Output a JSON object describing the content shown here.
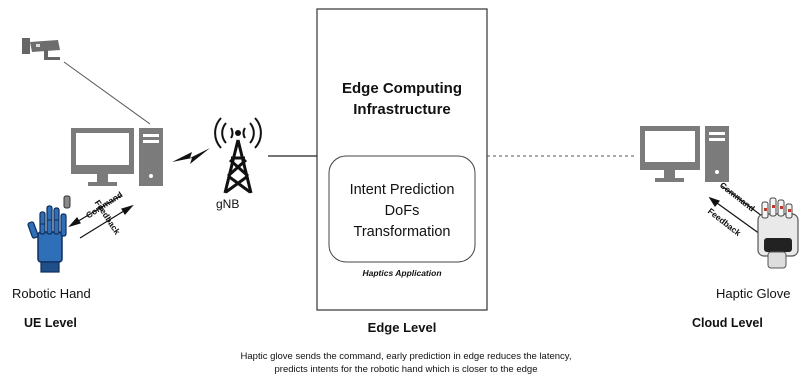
{
  "edge": {
    "title_line1": "Edge Computing",
    "title_line2": "Infrastructure",
    "inner_line1": "Intent Prediction",
    "inner_line2": "DoFs",
    "inner_line3": "Transformation",
    "app_label": "Haptics Application",
    "level": "Edge Level"
  },
  "ue": {
    "node_label": "Robotic Hand",
    "level": "UE Level",
    "command": "Command",
    "feedback": "Feedback"
  },
  "network": {
    "tower_label": "gNB"
  },
  "cloud": {
    "node_label": "Haptic Glove",
    "level": "Cloud Level",
    "command": "Command",
    "feedback": "Feedback"
  },
  "caption": {
    "line1": "Haptic glove sends the command, early prediction in edge reduces the latency,",
    "line2": "predicts intents for the robotic hand which is closer to the edge"
  },
  "icons": {
    "camera": "security-camera-icon",
    "computer": "desktop-computer-icon",
    "tower": "antenna-tower-icon",
    "lightning": "wireless-link-icon",
    "robot_hand": "robotic-hand-icon",
    "glove": "haptic-glove-icon"
  },
  "colors": {
    "icon_gray": "#7b7b7b",
    "robot_blue": "#2f6fb8"
  }
}
